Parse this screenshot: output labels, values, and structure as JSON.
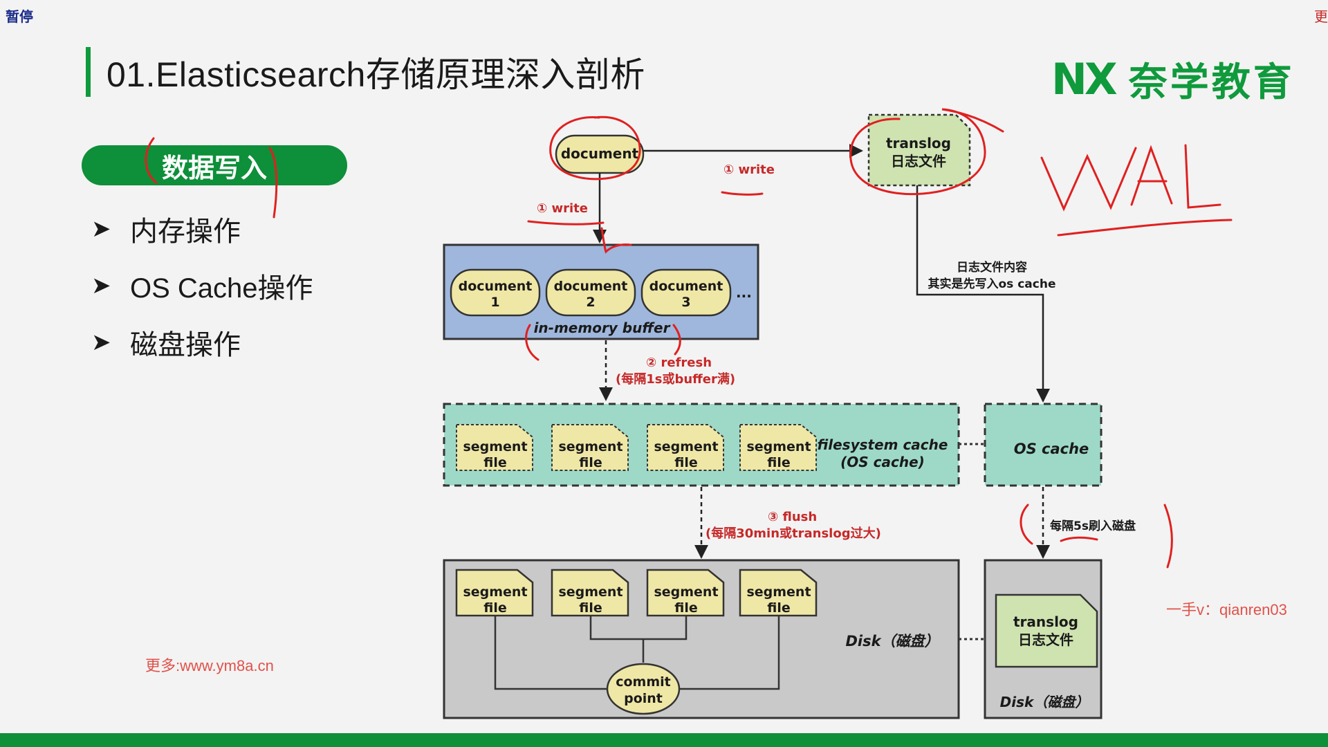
{
  "player": {
    "paused_label": "暂停",
    "edge_label": "更"
  },
  "slide": {
    "title": "01.Elasticsearch存储原理深入剖析",
    "logo_mark": "NX",
    "logo_text": "奈学教育",
    "section_pill": "数据写入",
    "bullets": [
      "内存操作",
      "OS Cache操作",
      "磁盘操作"
    ],
    "watermark": "更多:www.ym8a.cn",
    "contact": "一手v：qianren03"
  },
  "diagram": {
    "document": "document",
    "translog_top": [
      "translog",
      "日志文件"
    ],
    "write_1a": "① write",
    "write_1b": "① write",
    "buffer_docs": [
      [
        "document",
        "1"
      ],
      [
        "document",
        "2"
      ],
      [
        "document",
        "3"
      ]
    ],
    "buffer_ellipsis": "...",
    "buffer_label": "in-memory buffer",
    "translog_note": [
      "日志文件内容",
      "其实是先写入os cache"
    ],
    "refresh": [
      "② refresh",
      "(每隔1s或buffer满)"
    ],
    "segment_file": [
      "segment",
      "file"
    ],
    "fs_cache_label": [
      "filesystem cache",
      "(OS cache)"
    ],
    "os_cache_label": "OS cache",
    "flush": [
      "③ flush",
      "(每隔30min或translog过大)"
    ],
    "os_flush_note": "每隔5s刷入磁盘",
    "disk_label": "Disk（磁盘）",
    "commit_point": [
      "commit",
      "point"
    ],
    "translog_disk": [
      "translog",
      "日志文件"
    ]
  },
  "annotations": {
    "handwritten": "WAL"
  },
  "colors": {
    "brand_green": "#0e8f3a",
    "annotation_red": "#e02020",
    "buffer_blue": "#9fb7dc",
    "cache_teal": "#9ed9c8",
    "disk_gray": "#c9c9c9",
    "note_yellow": "#efe7a6",
    "translog_green": "#cfe3b0"
  }
}
